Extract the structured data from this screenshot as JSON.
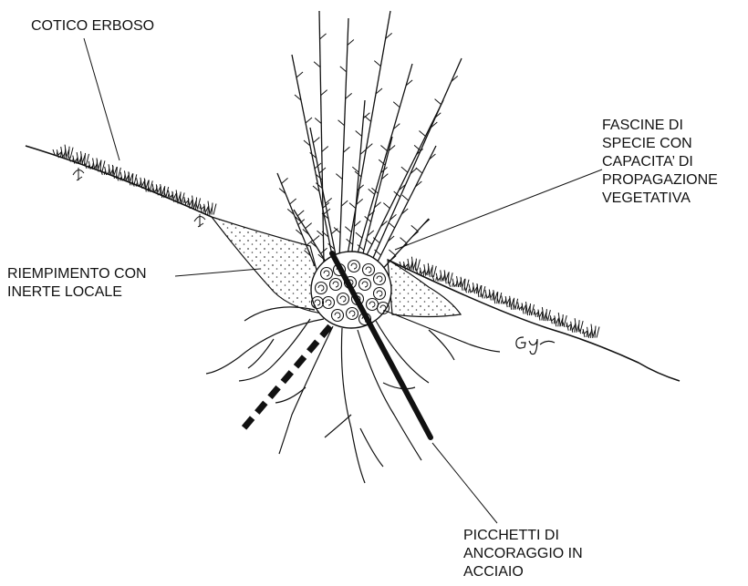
{
  "labels": {
    "cotico": [
      "COTICO ERBOSO"
    ],
    "fascine": [
      "FASCINE DI",
      "SPECIE CON",
      "CAPACITA’ DI",
      "PROPAGAZIONE",
      "VEGETATIVA"
    ],
    "riempimento": [
      "RIEMPIMENTO CON",
      "INERTE LOCALE"
    ],
    "picchetti": [
      "PICCHETTI DI",
      "ANCORAGGIO IN",
      "ACCIAIO"
    ]
  },
  "signature": "Gy",
  "colors": {
    "ink": "#111111",
    "fill_dots": "#444444",
    "background": "#ffffff"
  }
}
